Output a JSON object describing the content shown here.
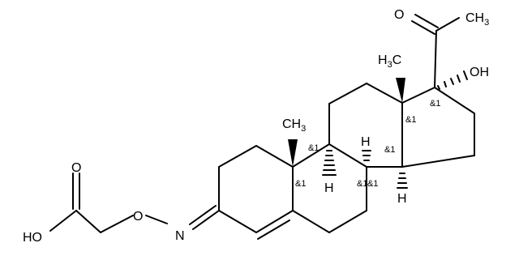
{
  "structure": {
    "atoms": {
      "c20_oxygen": "O",
      "c21_methyl": "CH",
      "c21_methyl_sub": "3",
      "c18_methyl": "H",
      "c18_methyl_c": "C",
      "c18_methyl_sub": "3",
      "c17_hydroxyl": "OH",
      "c19_methyl": "CH",
      "c19_methyl_sub": "3",
      "c8_hydrogen": "H",
      "c9_hydrogen": "H",
      "c14_hydrogen": "H",
      "acid_carbonyl_oxygen": "O",
      "acid_hydroxyl": "HO",
      "ether_oxygen": "O",
      "oxime_nitrogen": "N"
    },
    "stereo_labels": {
      "c17": "&1",
      "c13": "&1",
      "c8": "&1",
      "c14": "&1",
      "c10": "&1",
      "c9": "&1",
      "c8b": "&1"
    },
    "colors": {
      "bond": "#000000",
      "text": "#000000",
      "background": "#ffffff"
    }
  }
}
